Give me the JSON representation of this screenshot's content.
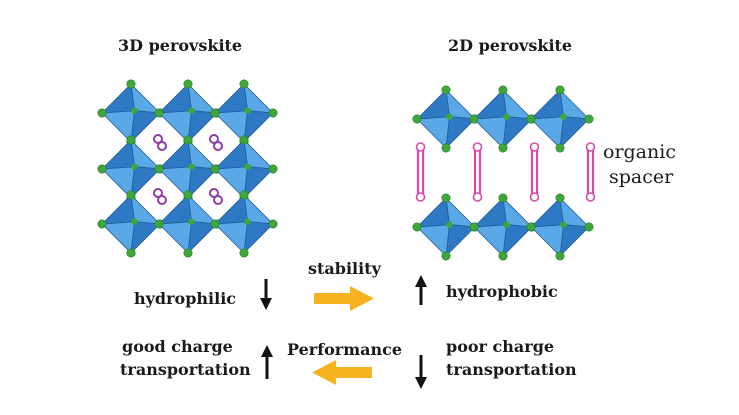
{
  "labels": {
    "title_3d": "3D perovskite",
    "title_2d": "2D perovskite",
    "organic_spacer_line1": "organic",
    "organic_spacer_line2": "spacer",
    "stability": "stability",
    "hydrophilic": "hydrophilic",
    "hydrophobic": "hydrophobic",
    "performance": "Performance",
    "good_charge_line1": "good charge",
    "good_charge_line2": "transportation",
    "poor_charge_line1": "poor charge",
    "poor_charge_line2": "transportation"
  },
  "colors": {
    "octahedron_light": "#5aa9e6",
    "octahedron_dark": "#2f78c4",
    "octahedron_edge": "#1f5f9e",
    "halide_atom": "#3ea63a",
    "cation_ring": "#8e3ba8",
    "spacer": "#d94aa6",
    "arrow_orange": "#f6b21f",
    "text": "#1a1a1a"
  },
  "icons": {
    "stability_arrow": "arrow-right-icon",
    "performance_arrow": "arrow-left-icon",
    "hydrophilic_indicator": "arrow-down-icon",
    "hydrophobic_indicator": "arrow-up-icon",
    "good_charge_indicator": "arrow-up-icon",
    "poor_charge_indicator": "arrow-down-icon"
  }
}
